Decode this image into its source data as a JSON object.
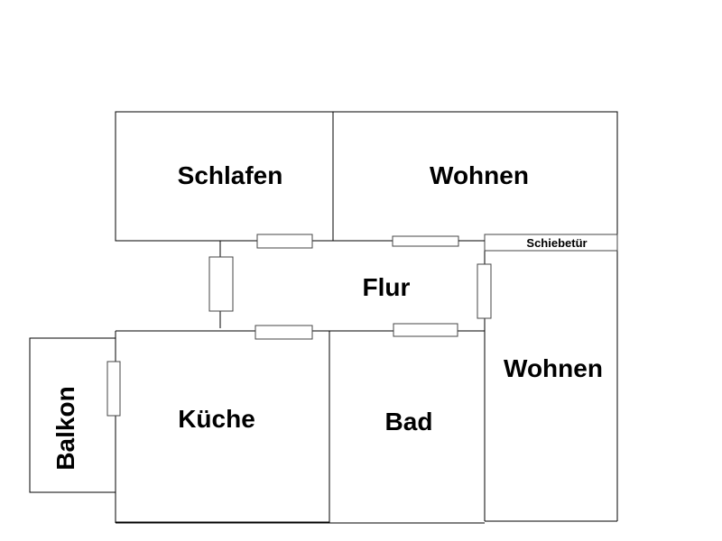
{
  "floorplan": {
    "rooms": {
      "schlafen": "Schlafen",
      "wohnen_top": "Wohnen",
      "flur": "Flur",
      "wohnen_right": "Wohnen",
      "kueche": "Küche",
      "bad": "Bad",
      "balkon": "Balkon"
    },
    "schiebetuer": "Schiebetür"
  }
}
